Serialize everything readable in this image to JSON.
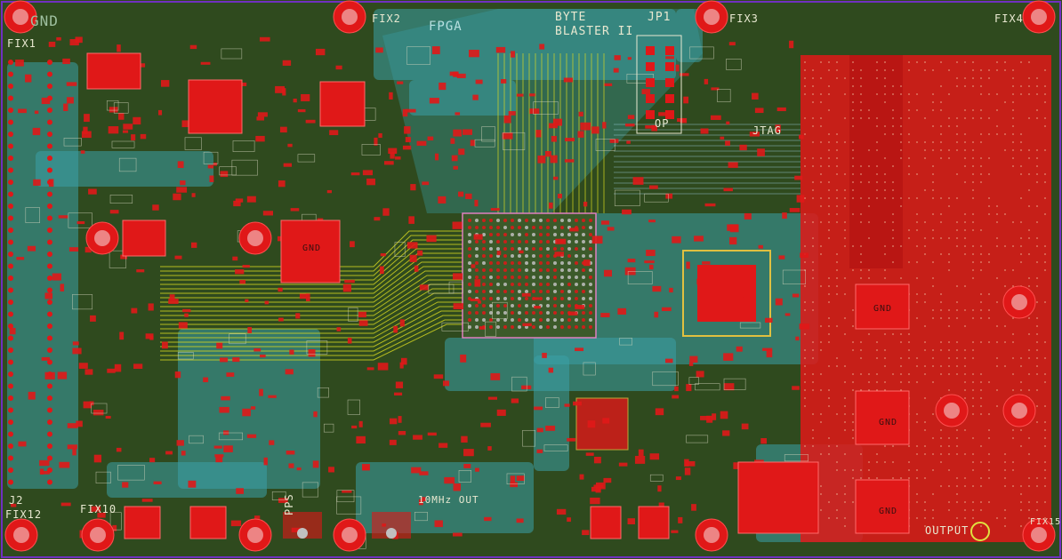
{
  "board": {
    "colors": {
      "background": "#2f4a1e",
      "copper_top": "#e01818",
      "copper_top_dark": "#b01010",
      "copper_bottom": "#3aa0a8",
      "trace_yellow": "#d8d820",
      "silkscreen": "#e8e8d0",
      "outline": "#7030c0"
    },
    "labels": {
      "fix1": "FIX1",
      "fix2": "FIX2",
      "fix3": "FIX3",
      "fix4": "FIX4",
      "fix10": "FIX10",
      "fix12": "FIX12",
      "fix15": "FIX15",
      "j2": "J2",
      "jp1": "JP1",
      "byte": "BYTE",
      "blaster": "BLASTER II",
      "jtag": "JTAG",
      "pps": "PPS",
      "output": "OUTPUT",
      "tenmhz": "10MHz OUT",
      "gnd_mid": "GND",
      "gnd_right1": "GND",
      "gnd_right2": "GND",
      "gnd_right3": "GND",
      "gnd_top_left": "GND",
      "fpga": "FPGA",
      "hole_label": "OP"
    }
  }
}
